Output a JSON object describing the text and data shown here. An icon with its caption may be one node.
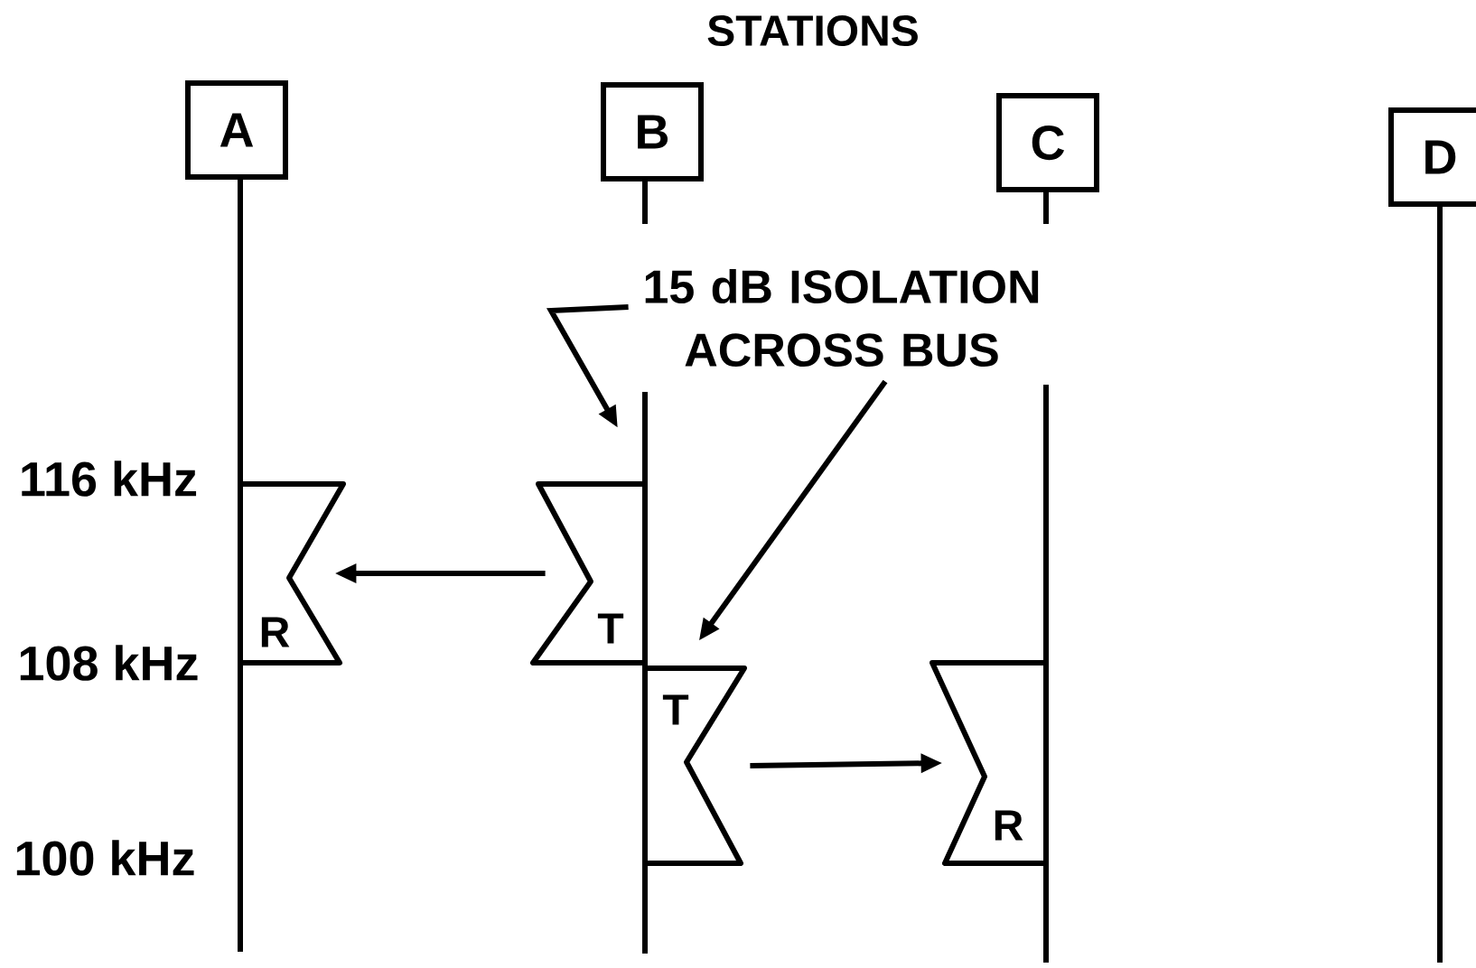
{
  "diagram": {
    "title": "STATIONS",
    "nodes": [
      {
        "text": [
          "A"
        ]
      },
      {
        "text": [
          "B"
        ]
      },
      {
        "text": [
          "C"
        ]
      },
      {
        "text": [
          "D"
        ]
      },
      {
        "text": [
          "R"
        ]
      },
      {
        "text": [
          "T"
        ]
      },
      {
        "text": [
          "T"
        ]
      },
      {
        "text": [
          "R"
        ]
      },
      {
        "text": [
          "15 dB ISOLATION ACROSS BUS"
        ]
      }
    ],
    "edges": [
      {
        "from": 5,
        "to": 4,
        "arrow": "to"
      },
      {
        "from": 6,
        "to": 7,
        "arrow": "to"
      },
      {
        "from": 8,
        "to": null,
        "arrow": "to"
      },
      {
        "from": 8,
        "to": 6,
        "arrow": "to"
      }
    ],
    "labels": [
      "116 kHz",
      "108 kHz",
      "100 kHz"
    ]
  }
}
